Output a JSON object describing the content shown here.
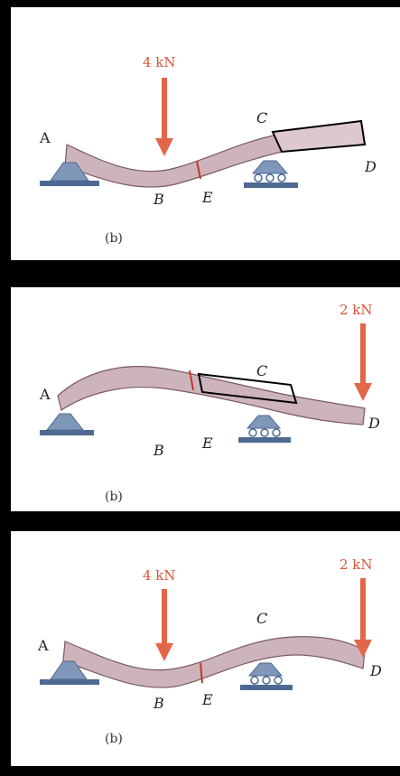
{
  "panels": [
    {
      "force_labels": [
        "4 kN"
      ],
      "point_labels": {
        "A": "A",
        "B": "B",
        "C": "C",
        "D": "D",
        "E": "E"
      },
      "caption": "(b)"
    },
    {
      "force_labels": [
        "2 kN"
      ],
      "point_labels": {
        "A": "A",
        "B": "B",
        "C": "C",
        "D": "D",
        "E": "E"
      },
      "caption": "(b)"
    },
    {
      "force_labels": [
        "4 kN",
        "2 kN"
      ],
      "point_labels": {
        "A": "A",
        "B": "B",
        "C": "C",
        "D": "D",
        "E": "E"
      },
      "caption": "(b)"
    }
  ],
  "operators": {
    "plus": "+",
    "equals": "="
  },
  "colors": {
    "beam": "#cdb3bb",
    "beam_edge": "#7a5a62",
    "force": "#e2674a",
    "support": "#7f97b8",
    "support_dark": "#4e6a92",
    "background": "#000000",
    "panel": "#ffffff"
  }
}
